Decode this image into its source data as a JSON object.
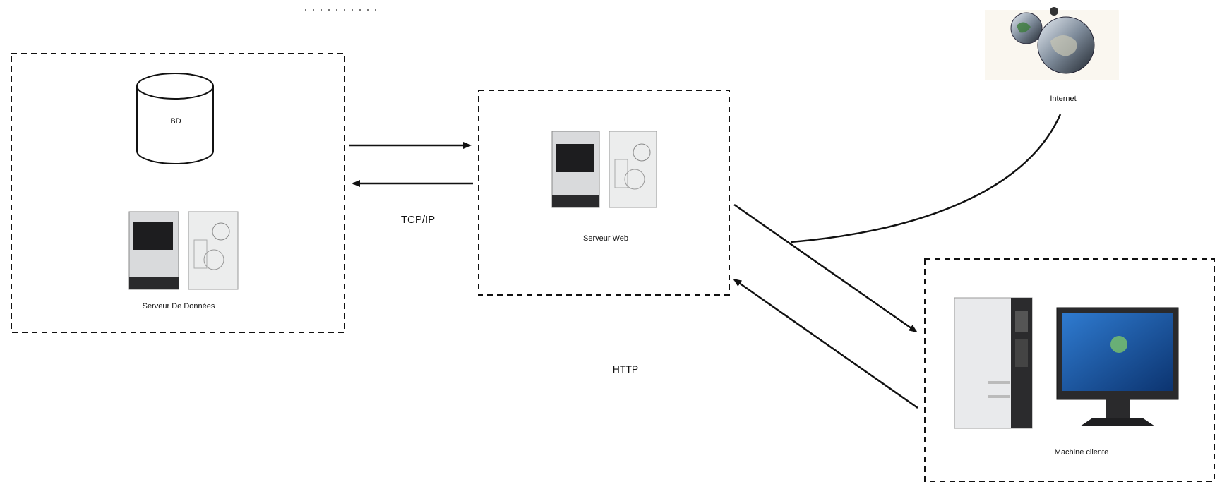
{
  "labels": {
    "db": "BD",
    "db_server": "Serveur De Données",
    "web_server": "Serveur Web",
    "internet": "Internet",
    "client": "Machine cliente",
    "tcp_ip": "TCP/IP",
    "http": "HTTP"
  },
  "icons": {
    "db": "database-cylinder-icon",
    "db_server": "server-tower-icon",
    "web_server": "server-tower-icon",
    "internet": "globe-icon",
    "client": "desktop-computer-icon"
  },
  "colors": {
    "stroke": "#111111",
    "screen": "#1f5fa8"
  }
}
